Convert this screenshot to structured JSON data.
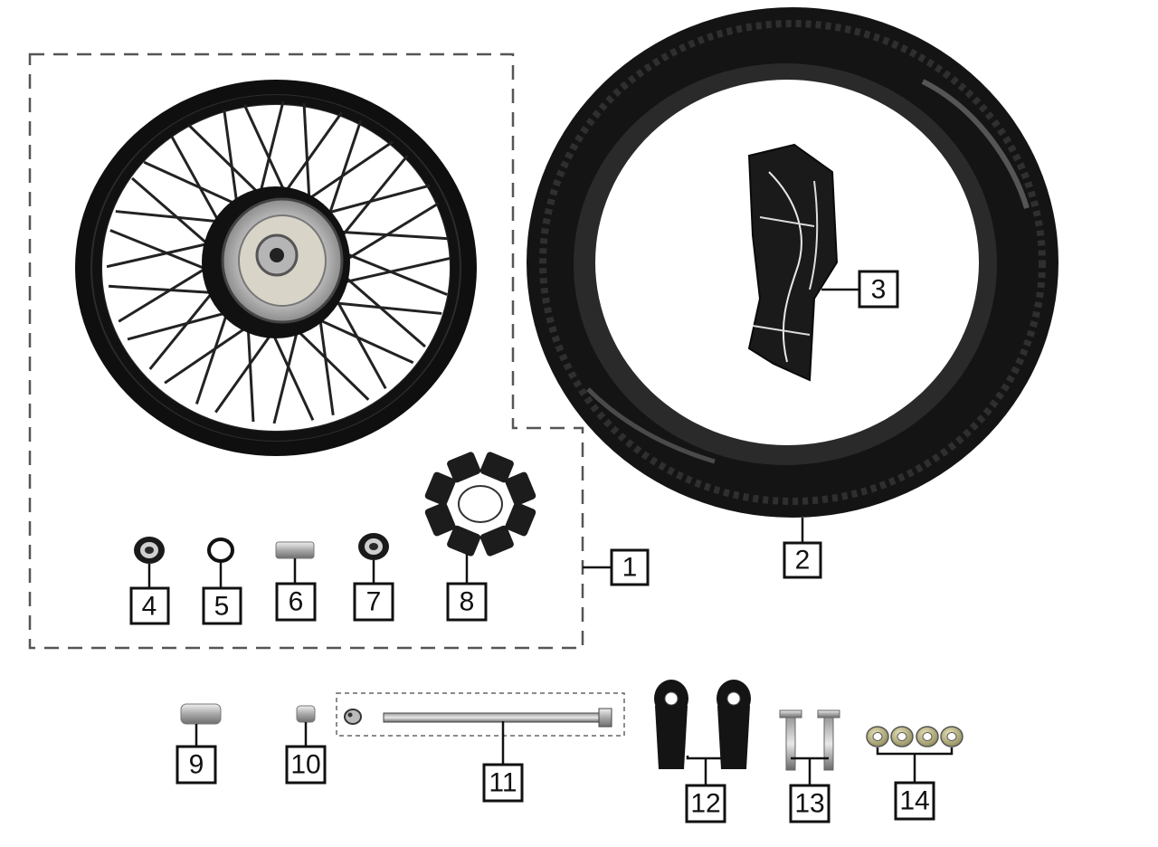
{
  "callouts": [
    {
      "num": "1",
      "part": "rear-wheel-assembly"
    },
    {
      "num": "2",
      "part": "tire"
    },
    {
      "num": "3",
      "part": "inner-tube"
    },
    {
      "num": "4",
      "part": "bearing"
    },
    {
      "num": "5",
      "part": "o-ring"
    },
    {
      "num": "6",
      "part": "spacer"
    },
    {
      "num": "7",
      "part": "bearing"
    },
    {
      "num": "8",
      "part": "cush-drive-damper"
    },
    {
      "num": "9",
      "part": "collar"
    },
    {
      "num": "10",
      "part": "small-collar"
    },
    {
      "num": "11",
      "part": "rear-axle"
    },
    {
      "num": "12",
      "part": "chain-adjuster"
    },
    {
      "num": "13",
      "part": "bolt"
    },
    {
      "num": "14",
      "part": "nut"
    }
  ],
  "colors": {
    "line": "#111111",
    "rubber": "#1a1a1a",
    "metal": "#c8c8c8",
    "background": "#ffffff"
  }
}
